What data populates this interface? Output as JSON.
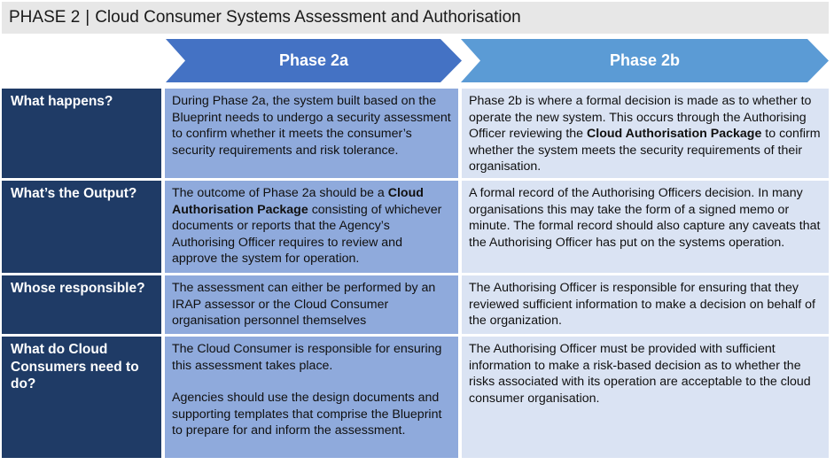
{
  "header": {
    "phase": "PHASE 2",
    "separator": "|",
    "title": "Cloud Consumer Systems Assessment and Authorisation"
  },
  "phases": {
    "a": {
      "label": "Phase 2a",
      "color": "#4472c4"
    },
    "b": {
      "label": "Phase 2b",
      "color": "#5b9bd5"
    }
  },
  "colors": {
    "row_header": "#1f3b66",
    "col_a": "#8faadc",
    "col_b": "#dae3f3"
  },
  "rows": [
    {
      "label": "What happens?",
      "a": [
        [
          "During Phase 2a, the system built based on the Blueprint needs to undergo a security assessment to confirm whether it meets the consumer’s security requirements and risk tolerance."
        ]
      ],
      "b": [
        [
          "Phase 2b is where a formal decision is made as to whether to operate the new system. This occurs through the Authorising Officer reviewing the ",
          "Cloud Authorisation Package",
          " to confirm whether the system meets the security requirements of their organisation."
        ]
      ]
    },
    {
      "label": "What’s the Output?",
      "a": [
        [
          "The outcome of Phase 2a should be a ",
          "Cloud Authorisation Package",
          " consisting of whichever documents or reports that the Agency’s Authorising Officer requires to review and approve the system for operation."
        ]
      ],
      "b": [
        [
          "A formal record of the Authorising Officers decision. In many organisations this may take the form of a signed memo or minute. The formal record should also capture any caveats that the Authorising Officer has put on the systems operation."
        ]
      ]
    },
    {
      "label": "Whose responsible?",
      "a": [
        [
          "The assessment can either be performed by an IRAP assessor or the Cloud Consumer organisation personnel themselves"
        ]
      ],
      "b": [
        [
          "The Authorising Officer is responsible for ensuring that they reviewed sufficient information to make a decision on behalf of the organization."
        ]
      ]
    },
    {
      "label": "What do Cloud Consumers need to do?",
      "a": [
        [
          "The Cloud Consumer is responsible for ensuring this assessment takes place."
        ],
        [
          "Agencies should use the design documents and supporting templates that comprise the Blueprint to prepare for and inform the assessment."
        ]
      ],
      "b": [
        [
          "The Authorising Officer must be provided with sufficient information to make a risk-based decision as to whether the risks associated with its operation are acceptable to the cloud consumer organisation."
        ]
      ]
    }
  ]
}
